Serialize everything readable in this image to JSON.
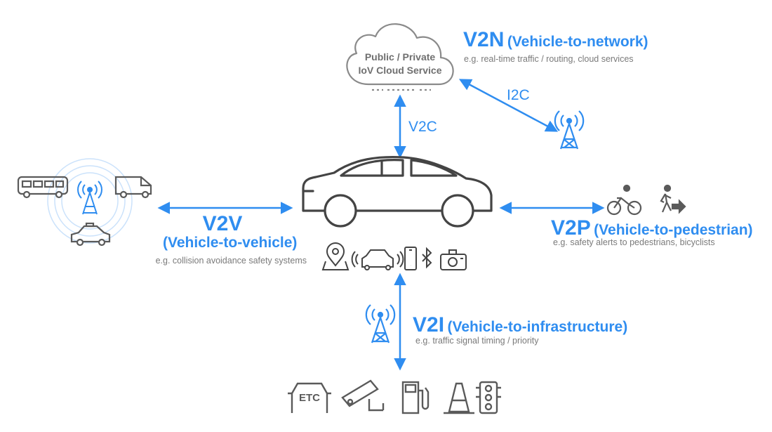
{
  "cloud": {
    "line1": "Public / Private",
    "line2": "IoV Cloud Service"
  },
  "v2n": {
    "code": "V2N",
    "name": "(Vehicle-to-network)",
    "example": "e.g. real-time traffic / routing, cloud services"
  },
  "i2c": {
    "label": "I2C"
  },
  "v2c": {
    "label": "V2C"
  },
  "v2v": {
    "code": "V2V",
    "name": "(Vehicle-to-vehicle)",
    "example": "e.g. collision avoidance safety systems"
  },
  "v2p": {
    "code": "V2P",
    "name": "(Vehicle-to-pedestrian)",
    "example": "e.g. safety alerts to pedestrians, bicyclists"
  },
  "v2i": {
    "code": "V2I",
    "name": "(Vehicle-to-infrastructure)",
    "example": "e.g. traffic signal timing / priority"
  },
  "infrastructure": {
    "etc_label": "ETC"
  },
  "colors": {
    "accent": "#2f8df0",
    "icon": "#5a5a5a",
    "text_gray": "#7a7a7a"
  }
}
